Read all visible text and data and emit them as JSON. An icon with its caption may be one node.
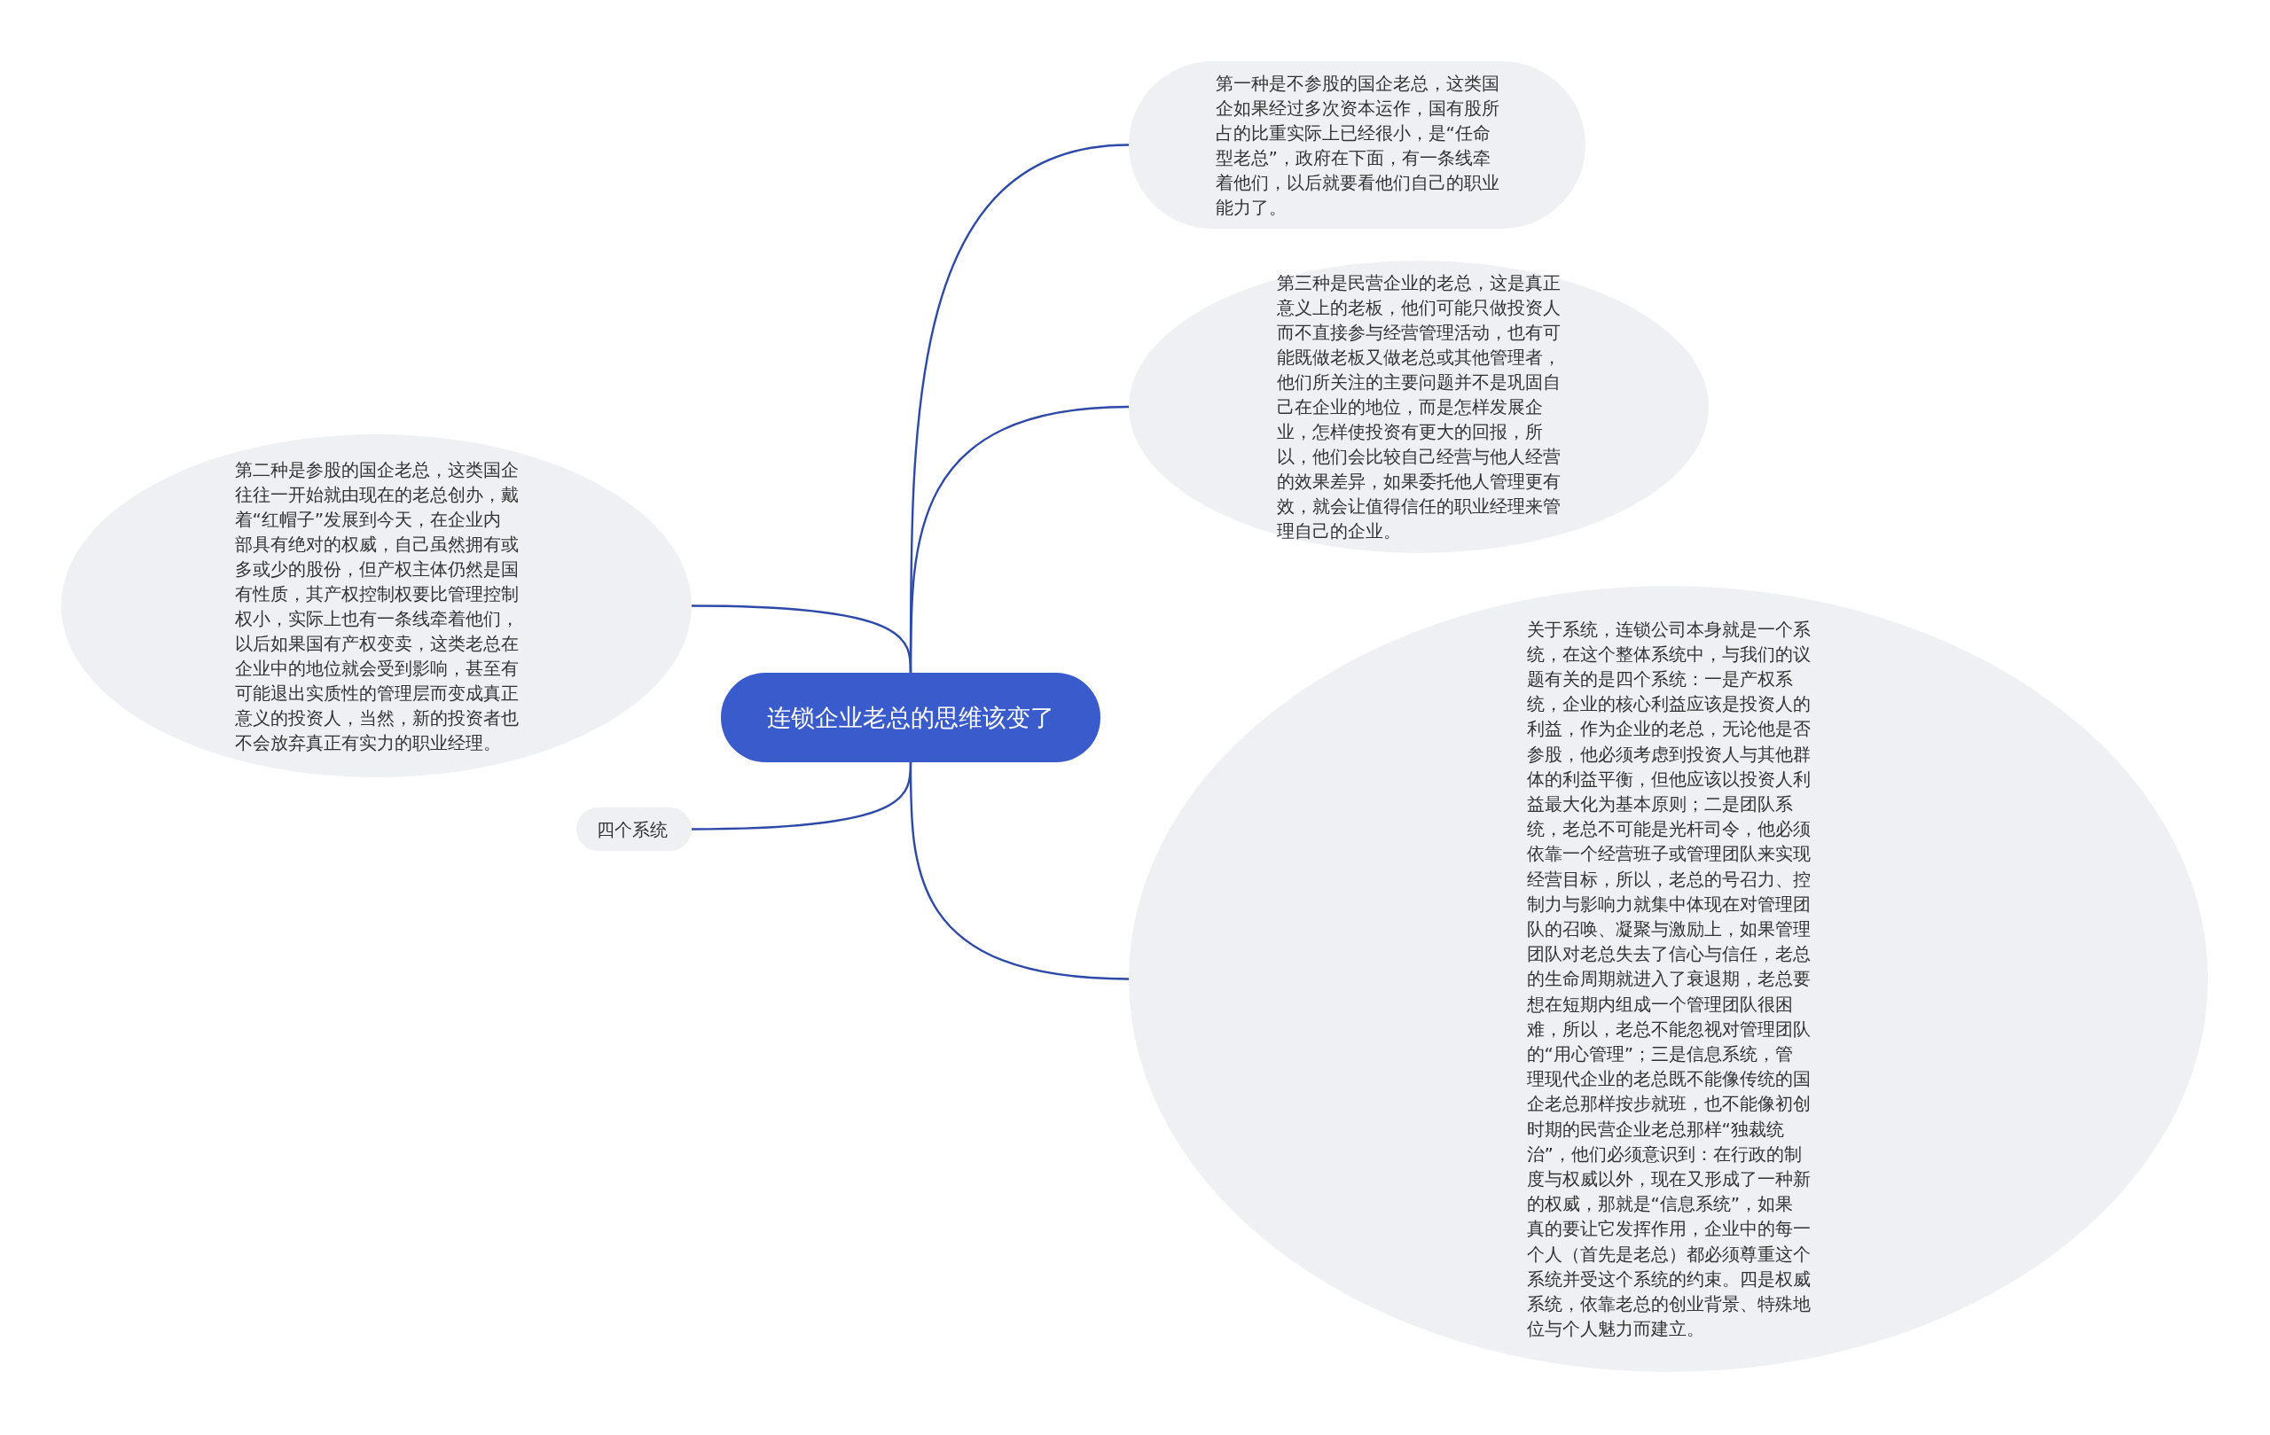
{
  "diagram": {
    "nodes": [
      {
        "text": [
          "连锁企业老总的思维该变了"
        ]
      },
      {
        "text": [
          "第一种是不参股的国企老总，这类国企如果经过多次资本运作，国有股所占的比重实际上已经很小，是“任命型老总”，政府在下面，有一条线牵着他们，以后就要看他们自己的职业能力了。"
        ]
      },
      {
        "text": [
          "第三种是民营企业的老总，这是真正意义上的老板，他们可能只做投资人而不直接参与经营管理活动，也有可能既做老板又做老总或其他管理者，他们所关注的主要问题并不是巩固自己在企业的地位，而是怎样发展企业，怎样使投资有更大的回报，所以，他们会比较自己经营与他人经营的效果差异，如果委托他人管理更有效，就会让值得信任的职业经理来管理自己的企业。"
        ]
      },
      {
        "text": [
          "第二种是参股的国企老总，这类国企往往一开始就由现在的老总创办，戴着“红帽子”发展到今天，在企业内部具有绝对的权威，自己虽然拥有或多或少的股份，但产权主体仍然是国有性质，其产权控制权要比管理控制权小，实际上也有一条线牵着他们，以后如果国有产权变卖，这类老总在企业中的地位就会受到影响，甚至有可能退出实质性的管理层而变成真正意义的投资人，当然，新的投资者也不会放弃真正有实力的职业经理。"
        ]
      },
      {
        "text": [
          "四个系统"
        ]
      },
      {
        "text": [
          "关于系统，连锁公司本身就是一个系统，在这个整体系统中，与我们的议题有关的是四个系统：一是产权系统，企业的核心利益应该是投资人的利益，作为企业的老总，无论他是否参股，他必须考虑到投资人与其他群体的利益平衡，但他应该以投资人利益最大化为基本原则；二是团队系统，老总不可能是光杆司令，他必须依靠一个经营班子或管理团队来实现经营目标，所以，老总的号召力、控制力与影响力就集中体现在对管理团队的召唤、凝聚与激励上，如果管理团队对老总失去了信心与信任，老总的生命周期就进入了衰退期，老总要想在短期内组成一个管理团队很困难，所以，老总不能忽视对管理团队的“用心管理”；三是信息系统，管理现代企业的老总既不能像传统的国企老总那样按步就班，也不能像初创时期的民营企业老总那样“独裁统治”，他们必须意识到：在行政的制度与权威以外，现在又形成了一种新的权威，那就是“信息系统”，如果真的要让它发挥作用，企业中的每一个人（首先是老总）都必须尊重这个系统并受这个系统的约束。四是权威系统，依靠老总的创业背景、特殊地位与个人魅力而建立。"
        ]
      }
    ],
    "edges": [
      {
        "from": 0,
        "to": 1,
        "arrow": "none"
      },
      {
        "from": 0,
        "to": 2,
        "arrow": "none"
      },
      {
        "from": 0,
        "to": 3,
        "arrow": "none"
      },
      {
        "from": 0,
        "to": 4,
        "arrow": "none"
      },
      {
        "from": 0,
        "to": 5,
        "arrow": "none"
      }
    ]
  }
}
